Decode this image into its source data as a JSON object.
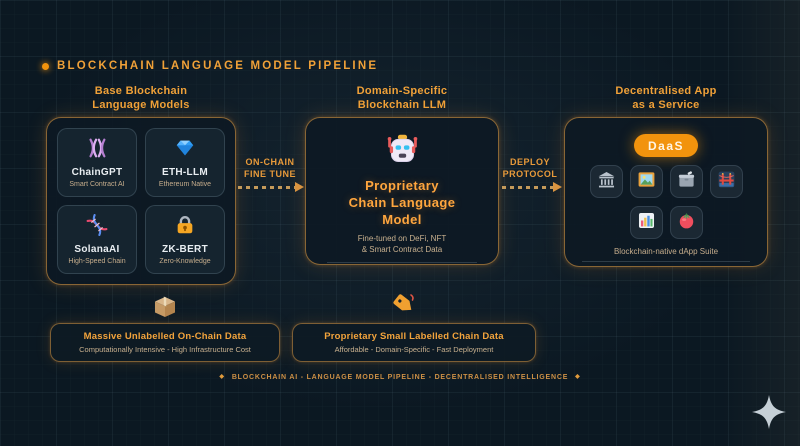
{
  "title": {
    "text": "BLOCKCHAIN LANGUAGE MODEL PIPELINE"
  },
  "columns": {
    "base": {
      "header_line1": "Base Blockchain",
      "header_line2": "Language Models",
      "models": [
        {
          "name": "ChainGPT",
          "subtitle": "Smart Contract AI",
          "icon": "chromosome-icon"
        },
        {
          "name": "ETH-LLM",
          "subtitle": "Ethereum Native",
          "icon": "gem-icon"
        },
        {
          "name": "SolanaAI",
          "subtitle": "High-Speed Chain",
          "icon": "dna-icon"
        },
        {
          "name": "ZK-BERT",
          "subtitle": "Zero-Knowledge",
          "icon": "lock-icon"
        }
      ]
    },
    "domain": {
      "header_line1": "Domain-Specific",
      "header_line2": "Blockchain LLM",
      "icon": "robot-icon",
      "title_line1": "Proprietary",
      "title_line2": "Chain Language",
      "title_line3": "Model",
      "subtitle_line1": "Fine-tuned on DeFi, NFT",
      "subtitle_line2": "& Smart Contract Data"
    },
    "daas": {
      "header_line1": "Decentralised App",
      "header_line2": "as a Service",
      "badge": "DaaS",
      "icons": [
        "bank-icon",
        "picture-icon",
        "storage-box-icon",
        "bridge-icon",
        "bar-chart-icon",
        "tomato-icon"
      ],
      "caption": "Blockchain-native dApp Suite"
    }
  },
  "arrows": [
    {
      "label_line1": "ON-CHAIN",
      "label_line2": "FINE TUNE"
    },
    {
      "label_line1": "DEPLOY",
      "label_line2": "PROTOCOL"
    }
  ],
  "notes": [
    {
      "icon": "package-icon",
      "title": "Massive Unlabelled On-Chain Data",
      "subtitle": "Computationally Intensive - High Infrastructure Cost"
    },
    {
      "icon": "label-tag-icon",
      "title": "Proprietary Small Labelled Chain Data",
      "subtitle": "Affordable - Domain-Specific - Fast Deployment"
    }
  ],
  "footer": {
    "bullet": "◆",
    "text": "BLOCKCHAIN AI - LANGUAGE MODEL PIPELINE - DECENTRALISED INTELLIGENCE"
  },
  "colors": {
    "background": "#0b1822",
    "accent_orange": "#f0a138",
    "bright_orange": "#ffa63e",
    "badge_orange": "#f2930d",
    "panel_glow": "#f09632",
    "card_title": "#e9eef2",
    "muted_tan": "#c6ad8c",
    "footer_text": "#cd9045",
    "sparkle": "#c5cfd6"
  }
}
